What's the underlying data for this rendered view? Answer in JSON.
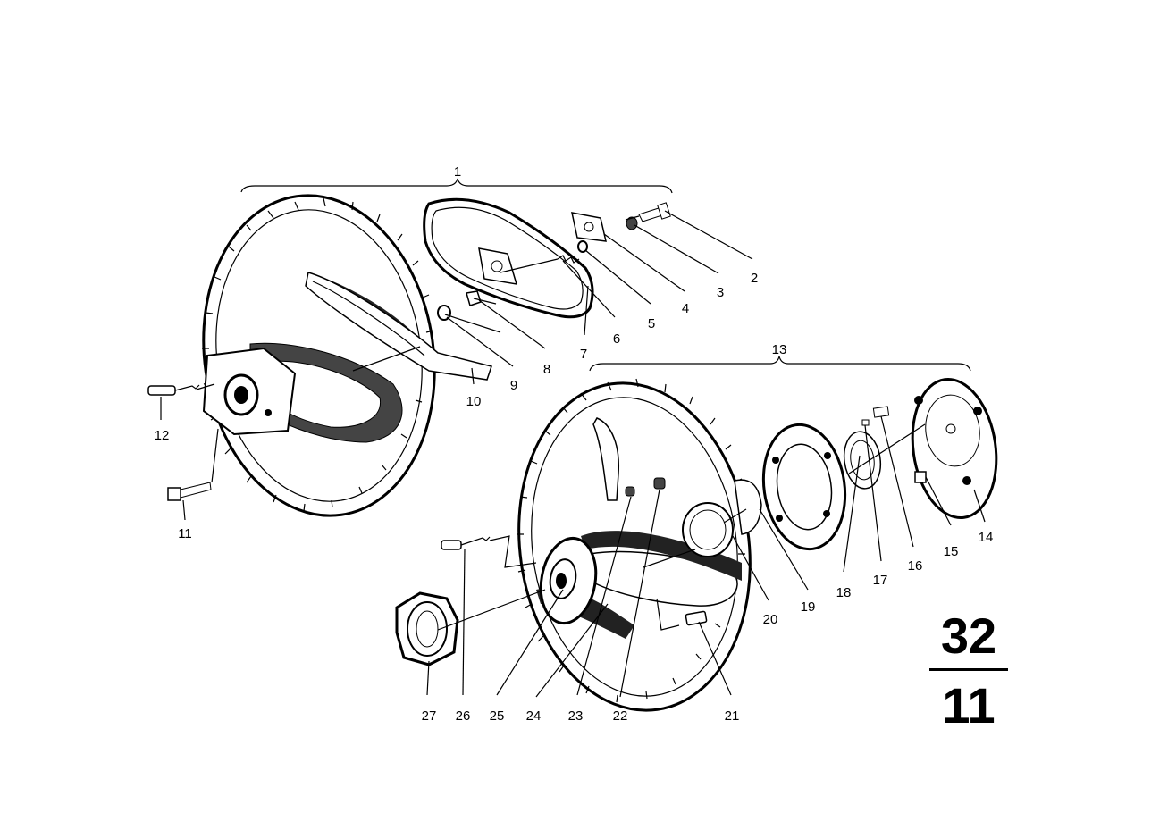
{
  "diagram": {
    "group_number": "32",
    "subgroup_number": "11",
    "callouts": [
      "1",
      "2",
      "3",
      "4",
      "5",
      "6",
      "7",
      "8",
      "9",
      "10",
      "11",
      "12",
      "13",
      "14",
      "15",
      "16",
      "17",
      "18",
      "19",
      "20",
      "21",
      "22",
      "23",
      "24",
      "25",
      "26",
      "27"
    ]
  }
}
